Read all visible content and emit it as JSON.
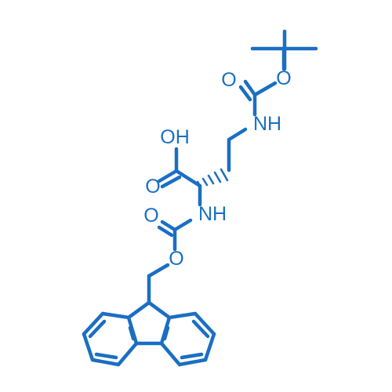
{
  "structure": {
    "color": "#1a6fc2",
    "atoms": [
      {
        "id": "o-boc-carbonyl",
        "text": "O"
      },
      {
        "id": "o-boc-ester",
        "text": "O"
      },
      {
        "id": "n-boc",
        "text": "NH"
      },
      {
        "id": "oh-acid",
        "text": "OH"
      },
      {
        "id": "o-acid-carbonyl",
        "text": "O"
      },
      {
        "id": "n-fmoc",
        "text": "NH"
      },
      {
        "id": "o-fmoc-carbonyl",
        "text": "O"
      },
      {
        "id": "o-fmoc-ester",
        "text": "O"
      }
    ]
  }
}
